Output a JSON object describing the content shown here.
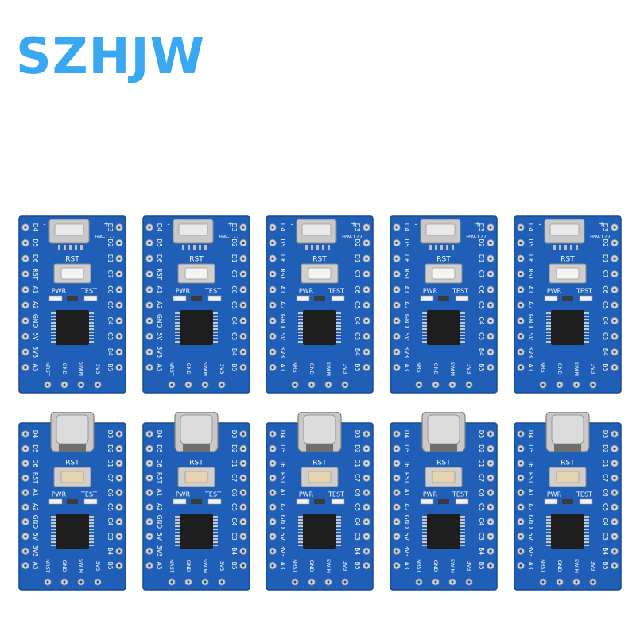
{
  "brand": {
    "text": "SZHJW",
    "color": "#3aa8f0"
  },
  "colors": {
    "pcb": "#1f5fb8",
    "pcb_dark": "#174a96",
    "silk": "#ffffff",
    "pad": "#d4d4d4",
    "chip": "#1e1e1e",
    "pin": "#c9c9c9",
    "button_cap_top": "#f4f4f4",
    "button_cap_bottom": "#e8d3b0",
    "usb_metal": "#c8c8c8"
  },
  "board_labels": {
    "model": "HW-177",
    "reset": "RST",
    "power_led": "PWR",
    "test_led": "TEST",
    "plus": "+",
    "minus": "-",
    "left_pins_top": [
      "D4",
      "D5",
      "D6",
      "RST",
      "A1",
      "A2",
      "GND",
      "5V",
      "3V3",
      "A3"
    ],
    "right_pins_top": [
      "D3",
      "D2",
      "D1",
      "C7",
      "C6",
      "C5",
      "C4",
      "C3",
      "B4",
      "B5"
    ],
    "bottom_pins": [
      "NRST",
      "GND",
      "SWIM",
      "3V3"
    ]
  },
  "rows": [
    {
      "name": "micro-usb-row",
      "usb_type": "micro",
      "count": 5
    },
    {
      "name": "type-c-row",
      "usb_type": "type-c",
      "count": 5
    }
  ]
}
